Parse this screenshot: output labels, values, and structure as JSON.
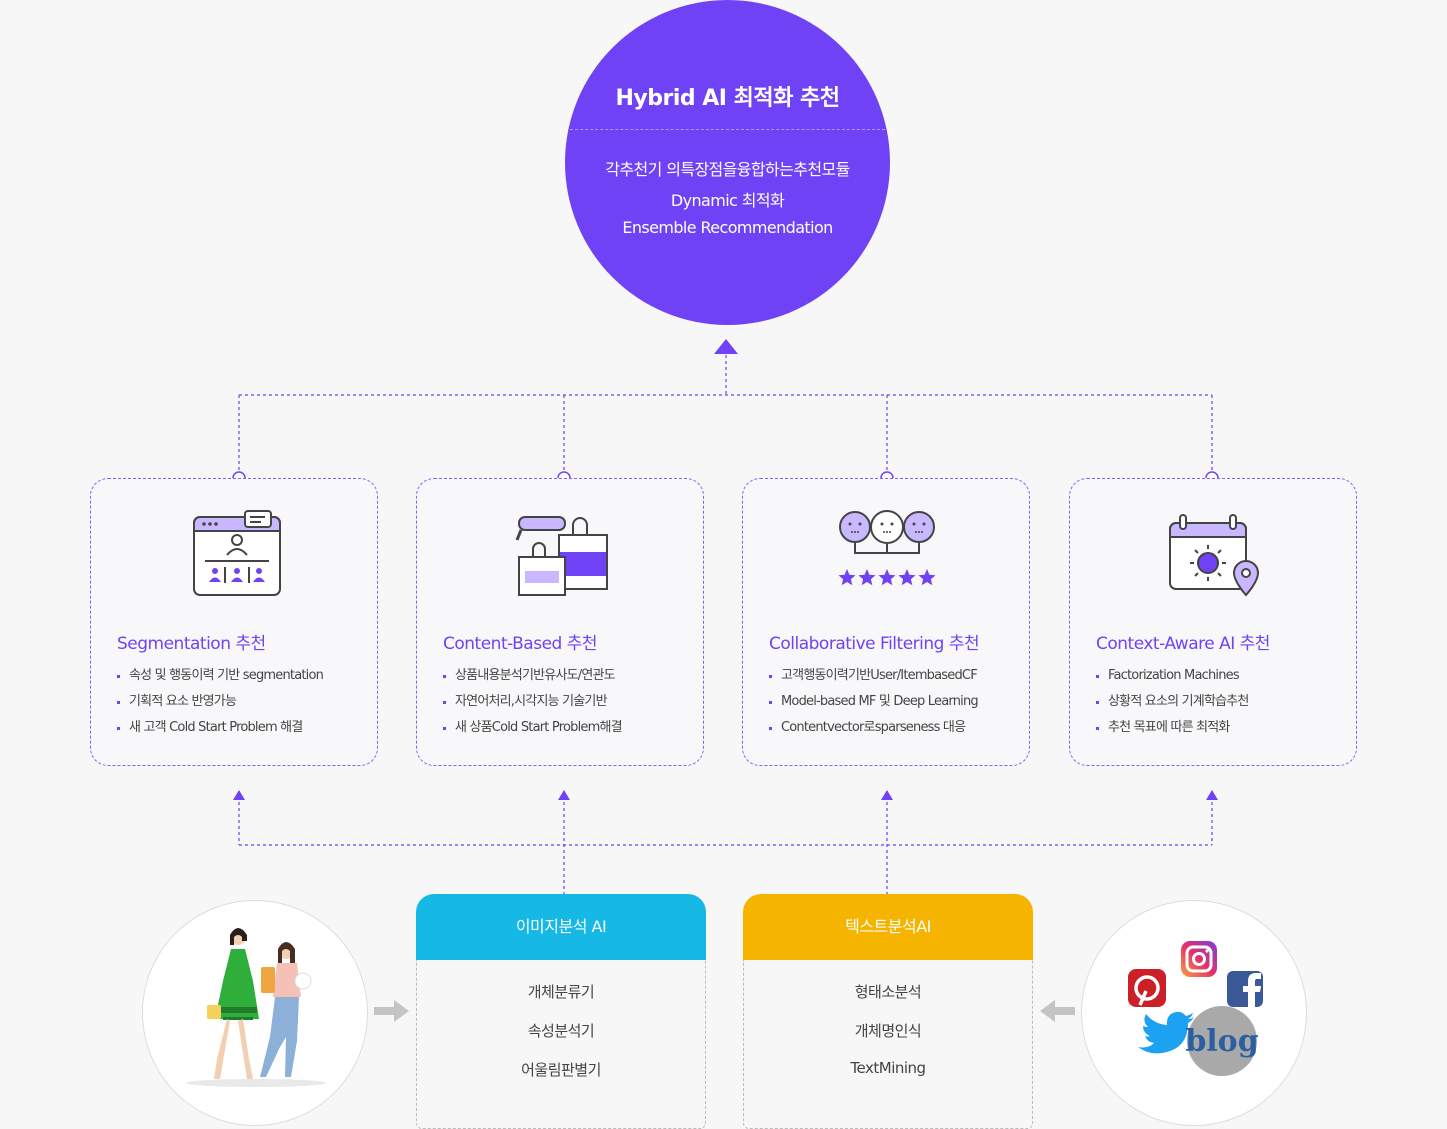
{
  "hub": {
    "title": "Hybrid AI 최적화 추천",
    "lines": [
      "각추천기 의특장점을융합하는추천모듈",
      "Dynamic 최적화",
      "Ensemble Recommendation"
    ]
  },
  "cards": [
    {
      "icon": "segmentation-icon",
      "title": "Segmentation 추천",
      "items": [
        "속성 및 행동이력 기반 segmentation",
        "기획적 요소 반영가능",
        "새 고객 Cold Start Problem 해결"
      ]
    },
    {
      "icon": "shopping-bags-icon",
      "title": "Content-Based 추천",
      "items": [
        "상품내용분석기반유사도/연관도",
        "자연어처리,시각지능 기술기반",
        "새 상품Cold Start Problem해결"
      ]
    },
    {
      "icon": "people-rating-icon",
      "title": "Collaborative Filtering 추천",
      "items": [
        "고객행동이력기반User/ItembasedCF",
        "Model-based MF 및 Deep Learning",
        "Contentvector로sparseness 대응"
      ]
    },
    {
      "icon": "calendar-location-icon",
      "title": "Context-Aware AI 추천",
      "items": [
        "Factorization Machines",
        "상황적 요소의 기계학습추천",
        "추천 목표에 따른 최적화"
      ]
    }
  ],
  "analysis": [
    {
      "title": "이미지분석 AI",
      "color": "#16b9e6",
      "items": [
        "개체분류기",
        "속성분석기",
        "어울림판별기"
      ]
    },
    {
      "title": "텍스트분석AI",
      "color": "#f4b400",
      "items": [
        "형태소분석",
        "개체명인식",
        "TextMining"
      ]
    }
  ],
  "sources": {
    "left": "shopping-women-image",
    "right": [
      "pinterest-icon",
      "instagram-icon",
      "facebook-icon",
      "twitter-icon",
      "blog-icon"
    ],
    "blog_label": "blog"
  },
  "colors": {
    "accent": "#6f42f5",
    "image_ai": "#16b9e6",
    "text_ai": "#f4b400"
  }
}
